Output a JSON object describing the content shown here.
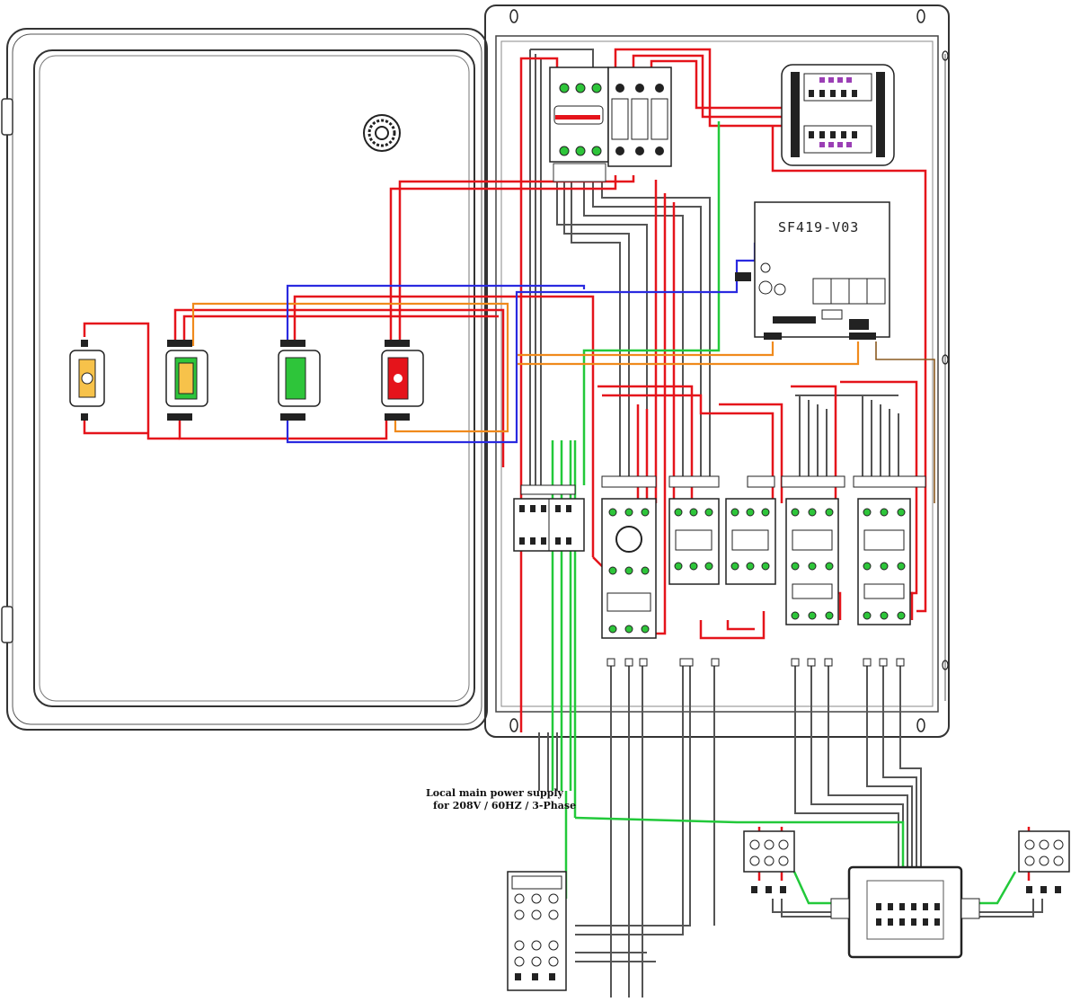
{
  "diagram": {
    "controller_label": "SF419-V03",
    "supply_note": {
      "line1": "Local main power supply",
      "line2": "for 208V / 60HZ / 3-Phase"
    },
    "wire_colors": {
      "power": "#e5141b",
      "neutral": "#555555",
      "ground": "#22c93a",
      "signal_orange": "#f08a1c",
      "signal_blue": "#2a2ae0"
    }
  }
}
